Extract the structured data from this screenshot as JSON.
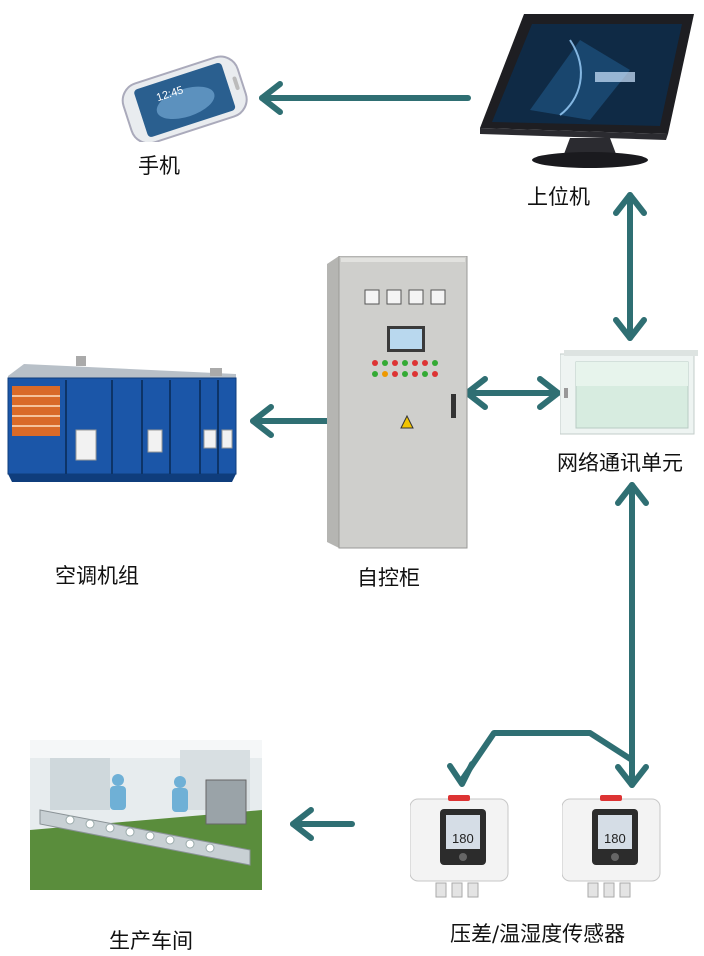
{
  "nodes": {
    "phone": {
      "label": "手机",
      "screen_time": "12:45"
    },
    "host_pc": {
      "label": "上位机"
    },
    "network_unit": {
      "label": "网络通讯单元"
    },
    "control_cabinet": {
      "label": "自控柜"
    },
    "ac_unit": {
      "label": "空调机组"
    },
    "workshop": {
      "label": "生产车间"
    },
    "sensors": {
      "label": "压差/温湿度传感器",
      "display_value": "180"
    }
  },
  "colors": {
    "arrow": "#2f6f73",
    "cabinet": "#c9c9c6",
    "ac_blue": "#1b56a8"
  }
}
